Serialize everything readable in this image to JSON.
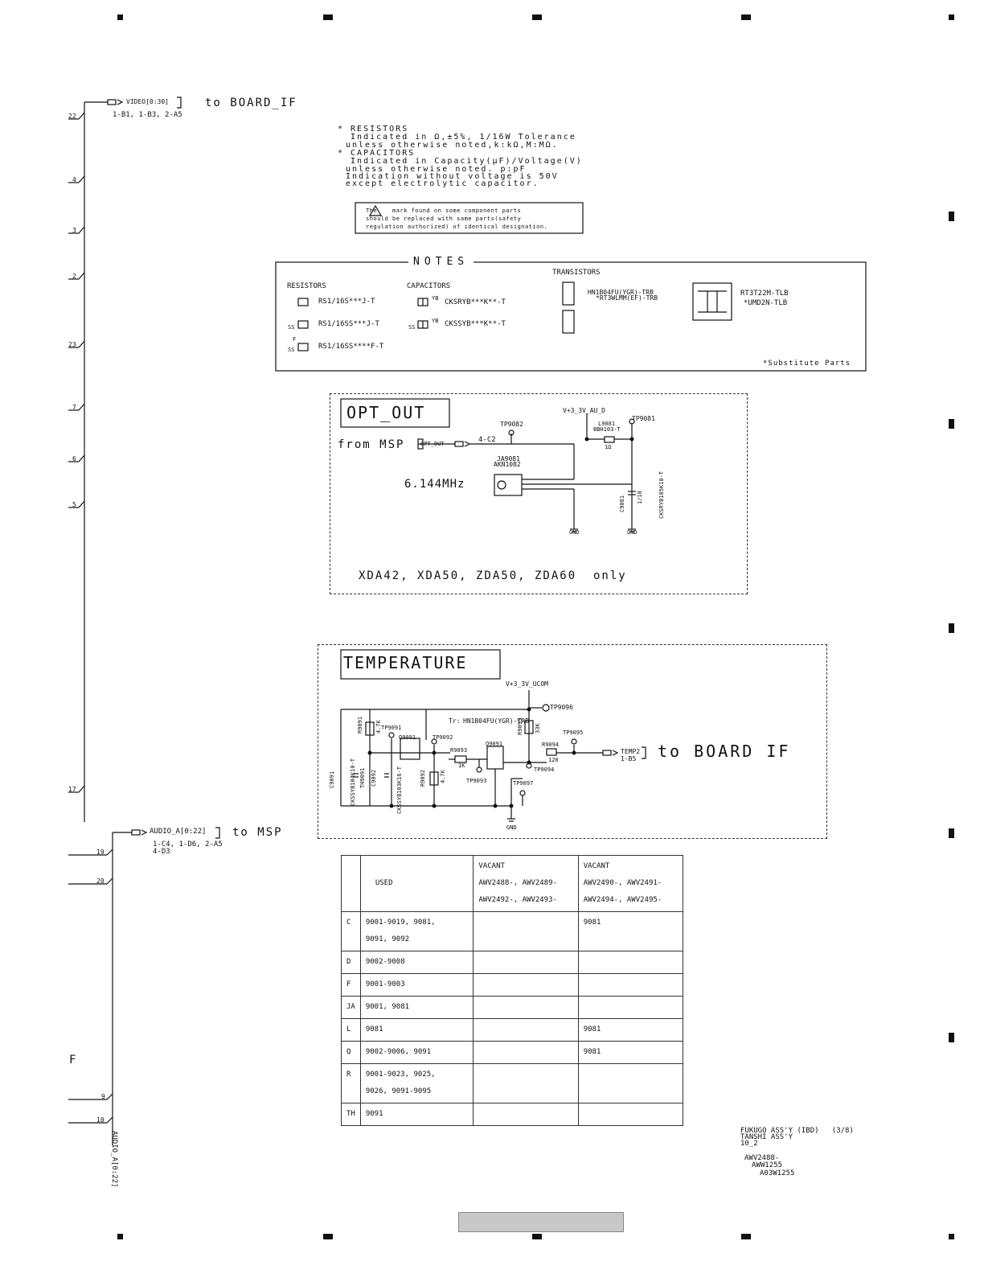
{
  "video_bus": {
    "label": "VIDEO[0:30]",
    "refs": "1-B1, 1-B3, 2-A5",
    "dest": "to BOARD_IF"
  },
  "audio_bus": {
    "label": "AUDIO_A[0:22]",
    "refs1": "1-C4, 1-D6, 2-A5",
    "refs2": "4-D3",
    "dest": "to MSP",
    "vertical_label": "AUDIO_A[0:22]"
  },
  "pins": [
    "22",
    "4",
    "3",
    "2",
    "23",
    "7",
    "6",
    "5",
    "17",
    "19",
    "20",
    "9",
    "10"
  ],
  "margin_letter": "F",
  "resistor_caps_notes": {
    "line1": "* RESISTORS",
    "line2": "  Indicated in Ω,±5%, 1/16W Tolerance",
    "line3": "unless otherwise noted,k:kΩ,M:MΩ.",
    "line4": "* CAPACITORS",
    "line5": "  Indicated in Capacity(μF)/Voltage(V)",
    "line6": "unless otherwise noted. p:pF",
    "line7": "Indication without voltage is 50V",
    "line8": "except electrolytic capacitor."
  },
  "safety_note": {
    "line1": "The    mark found on some component parts",
    "line2": "should be replaced with same parts(safety",
    "line3": "regulation authorized) of identical designation."
  },
  "notes_box": {
    "title": "NOTES",
    "resistors_heading": "RESISTORS",
    "resistors": [
      "RS1/16S***J-T",
      "RS1/16SS***J-T",
      "RS1/16SS****F-T"
    ],
    "capacitors_heading": "CAPACITORS",
    "capacitors": [
      "CKSRYB***K**-T",
      "CKSSYB***K**-T"
    ],
    "cap_code": "YB",
    "ss_mark": "SS",
    "f_mark": "F",
    "transistors_heading": "TRANSISTORS",
    "transistor1_a": "HN1B04FU(YGR)-TRB",
    "transistor1_b": "*RT3WLMM(EF)-TRB",
    "transistor2_a": "RT3T22M-TLB",
    "transistor2_b": "*UMD2N-TLB",
    "substitute": "*Substitute Parts"
  },
  "opt_out": {
    "title": "OPT_OUT",
    "from": "from MSP",
    "port": "OPT_OUT",
    "ref": "4-C2",
    "tp_a": "TP9082",
    "tp_b": "TP9081",
    "power": "V+3_3V_AU_D",
    "inductor": "L9081",
    "inductor_part": "BBH103-T",
    "inductor_val": "1Ω",
    "jack": "JA9081",
    "jack_part": "AKN1082",
    "freq": "6.144MHz",
    "cap": "C9081",
    "cap_val": "1/10",
    "cap_part": "CKSRYB105K10-T",
    "gnd": "GND",
    "models": "XDA42, XDA50, ZDA50, ZDA60  only"
  },
  "temperature": {
    "title": "TEMPERATURE",
    "power": "V+3_3V_UCOM",
    "transistor": "HN1B04FU(YGR)-TRB",
    "tr_label": "Tr:",
    "tps": [
      "TP9096",
      "TP9091",
      "TP9092",
      "TP9095",
      "TP9093",
      "TP9094",
      "TP9097"
    ],
    "r9091": "R9091",
    "r9091_val": "4.7K",
    "r9095": "R9095",
    "r9095_val": "33K",
    "r9093": "R9093",
    "r9093_val": "1K",
    "r9092": "R9092",
    "r9092_val": "4.7K",
    "r9094": "R9094",
    "r9094_val": "120",
    "q_a": "Q9091",
    "q_b": "Q9091",
    "c9091": "C9091",
    "c9091_part": "CKSSYB104K10-T",
    "c9092": "C9092",
    "c9092_part": "CKSSYB103K16-T",
    "th": "TH9091",
    "port": "TEMP2",
    "port_ref": "1-B5",
    "dest": "to BOARD IF",
    "gnd": "GND"
  },
  "table": {
    "headers": [
      "",
      "USED",
      "VACANT\nAWV2488-, AWV2489-\nAWV2492-, AWV2493-",
      "VACANT\nAWV2490-, AWV2491-\nAWV2494-, AWV2495-"
    ],
    "rows": [
      [
        "C",
        "9001-9019, 9081,\n9091, 9092",
        "",
        "9081"
      ],
      [
        "D",
        "9002-9008",
        "",
        ""
      ],
      [
        "F",
        "9001-9003",
        "",
        ""
      ],
      [
        "JA",
        "9001, 9081",
        "",
        ""
      ],
      [
        "L",
        "9081",
        "",
        "9081"
      ],
      [
        "Q",
        "9002-9006, 9091",
        "",
        "9081"
      ],
      [
        "R",
        "9001-9023, 9025,\n9026, 9091-9095",
        "",
        ""
      ],
      [
        "TH",
        "9091",
        "",
        ""
      ]
    ]
  },
  "title_block": {
    "line1": "FUKUGO ASS'Y (IBD)   (3/8)",
    "line2": "TANSHI ASS'Y",
    "line3": "10_2",
    "line4": "AWV2488-",
    "line5": "AWW1255",
    "line6": "A03W1255"
  }
}
